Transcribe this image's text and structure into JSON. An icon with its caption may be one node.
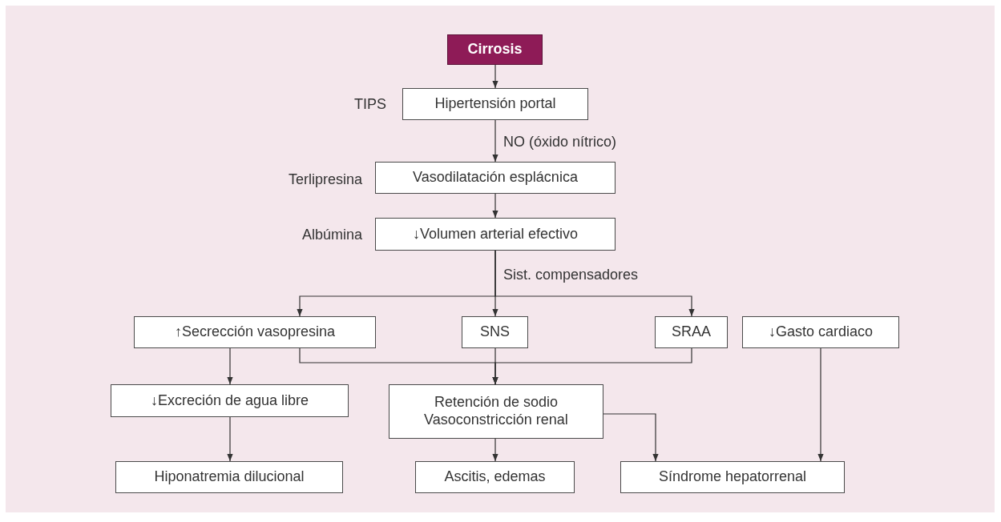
{
  "diagram": {
    "nodes": [
      {
        "text": [
          "Cirrosis"
        ]
      },
      {
        "text": [
          "Hipertensión portal"
        ],
        "beside": [
          "TIPS"
        ]
      },
      {
        "text": [
          "Vasodilatación esplácnica"
        ],
        "beside": [
          "Terlipresina"
        ]
      },
      {
        "text": [
          "↓Volumen arterial efectivo"
        ],
        "beside": [
          "Albúmina"
        ]
      },
      {
        "text": [
          "↑Secrección vasopresina"
        ]
      },
      {
        "text": [
          "SNS"
        ]
      },
      {
        "text": [
          "SRAA"
        ]
      },
      {
        "text": [
          "↓Gasto cardiaco"
        ]
      },
      {
        "text": [
          "↓Excreción de agua libre"
        ]
      },
      {
        "text": [
          "Retención de sodio Vasoconstricción renal"
        ]
      },
      {
        "text": [
          "Hiponatremia dilucional"
        ]
      },
      {
        "text": [
          "Ascitis, edemas"
        ]
      },
      {
        "text": [
          "Síndrome hepatorrenal"
        ]
      }
    ],
    "edges": [
      {
        "from": 0,
        "to": 1,
        "arrow": "to"
      },
      {
        "from": 1,
        "to": 2,
        "arrow": "to",
        "label": "NO (óxido nítrico)"
      },
      {
        "from": 2,
        "to": 3,
        "arrow": "to"
      },
      {
        "from": 3,
        "to": 4,
        "arrow": "to"
      },
      {
        "from": 3,
        "to": 5,
        "arrow": "to",
        "label": "Sist. compensadores"
      },
      {
        "from": 3,
        "to": 6,
        "arrow": "to"
      },
      {
        "from": 4,
        "to": 8,
        "arrow": "to"
      },
      {
        "from": 4,
        "to": 9,
        "arrow": "to"
      },
      {
        "from": 5,
        "to": 9,
        "arrow": "to"
      },
      {
        "from": 6,
        "to": 9,
        "arrow": "to"
      },
      {
        "from": 7,
        "to": 12,
        "arrow": "to"
      },
      {
        "from": 8,
        "to": 10,
        "arrow": "to"
      },
      {
        "from": 9,
        "to": 11,
        "arrow": "to"
      },
      {
        "from": 9,
        "to": 12,
        "arrow": "to"
      }
    ]
  }
}
